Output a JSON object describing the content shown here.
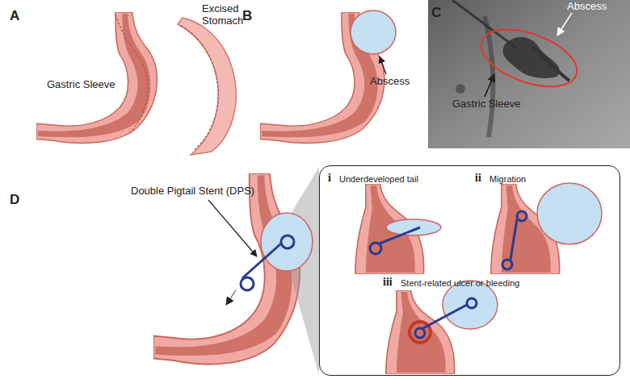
{
  "diagram": {
    "nodes": [
      {
        "text": [
          "i",
          "Underdeveloped tail",
          "ii",
          "Migration",
          "iii",
          "Stent-related ulcer or bleeding"
        ]
      }
    ],
    "labels": [
      "A",
      "Gastric Sleeve",
      "Excised Stomach",
      "B",
      "Abscess",
      "C",
      "Abscess",
      "Gastric Sleeve",
      "D",
      "Double Pigtail Stent (DPS)"
    ]
  }
}
